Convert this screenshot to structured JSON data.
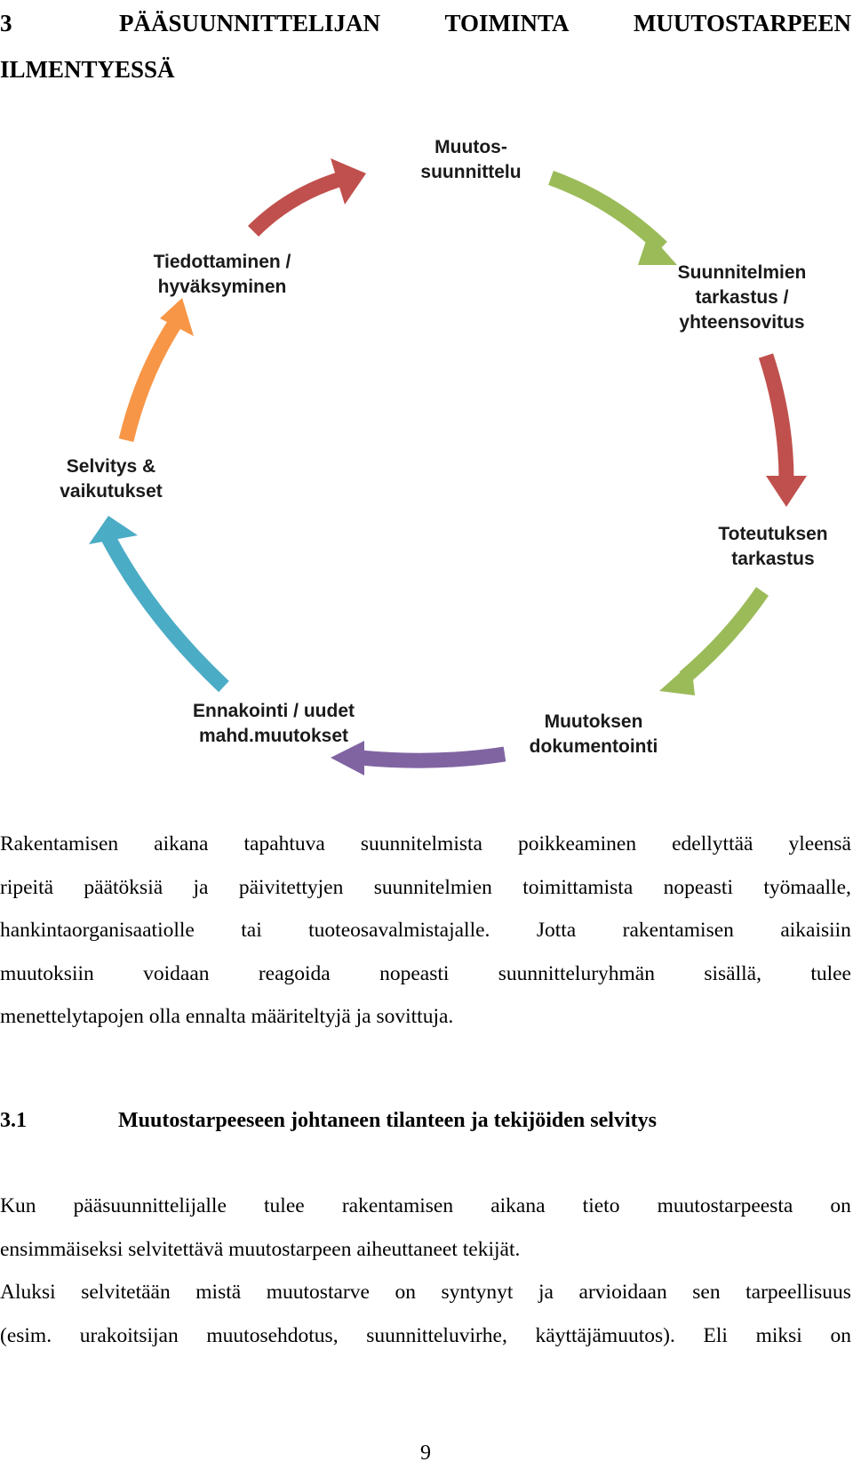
{
  "heading": {
    "number": "3",
    "words": [
      "PÄÄSUUNNITTELIJAN",
      "TOIMINTA",
      "MUUTOSTARPEEN"
    ],
    "line2": "ILMENTYESSÄ"
  },
  "diagram": {
    "labels": {
      "muutossuunnittelu": [
        "Muutos-",
        "suunnittelu"
      ],
      "suunnitelmien_tarkastus": [
        "Suunnitelmien",
        "tarkastus /",
        "yhteensovitus"
      ],
      "toteutuksen_tarkastus": [
        "Toteutuksen",
        "tarkastus"
      ],
      "muutoksen_dokumentointi": [
        "Muutoksen",
        "dokumentointi"
      ],
      "ennakointi": [
        "Ennakointi / uudet",
        "mahd.muutokset"
      ],
      "selvitys": [
        "Selvitys &",
        "vaikutukset"
      ],
      "tiedottaminen": [
        "Tiedottaminen /",
        "hyväksyminen"
      ]
    },
    "colors": {
      "red": "#c0504d",
      "green": "#9bbb59",
      "purple": "#8064a2",
      "blue": "#4bacc6",
      "orange": "#f79646"
    }
  },
  "paragraph1": {
    "lines": [
      [
        "Rakentamisen",
        "aikana",
        "tapahtuva",
        "suunnitelmista",
        "poikkeaminen",
        "edellyttää",
        "yleensä"
      ],
      [
        "ripeitä",
        "päätöksiä",
        "ja",
        "päivitettyjen",
        "suunnitelmien",
        "toimittamista",
        "nopeasti",
        "työmaalle,"
      ],
      [
        "hankintaorganisaatiolle",
        "tai",
        "tuoteosavalmistajalle.",
        "Jotta",
        "rakentamisen",
        "aikaisiin"
      ],
      [
        "muutoksiin",
        "voidaan",
        "reagoida",
        "nopeasti",
        "suunnitteluryhmän",
        "sisällä,",
        "tulee"
      ]
    ],
    "last": "menettelytapojen olla ennalta määriteltyjä ja sovittuja."
  },
  "subheading": {
    "number": "3.1",
    "title": "Muutostarpeeseen johtaneen tilanteen ja tekijöiden selvitys"
  },
  "paragraph2": {
    "lines": [
      [
        "Kun",
        "pääsuunnittelijalle",
        "tulee",
        "rakentamisen",
        "aikana",
        "tieto",
        "muutostarpeesta",
        "on"
      ]
    ],
    "last": "ensimmäiseksi selvitettävä muutostarpeen aiheuttaneet tekijät."
  },
  "paragraph3": {
    "lines": [
      [
        "Aluksi",
        "selvitetään",
        "mistä",
        "muutostarve",
        "on",
        "syntynyt",
        "ja",
        "arvioidaan",
        "sen",
        "tarpeellisuus"
      ],
      [
        "(esim.",
        "urakoitsijan",
        "muutosehdotus,",
        "suunnitteluvirhe,",
        "käyttäjämuutos).",
        "Eli",
        "miksi",
        "on"
      ]
    ]
  },
  "page_number": "9"
}
